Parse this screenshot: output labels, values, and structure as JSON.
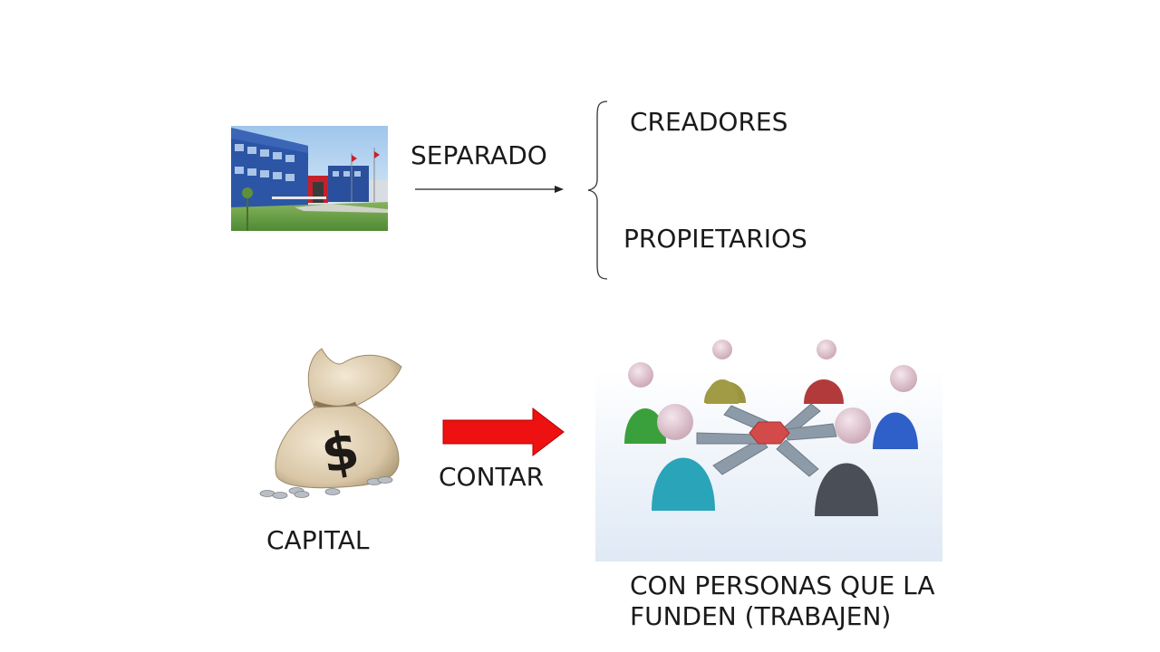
{
  "slide": {
    "separado_label": "SEPARADO",
    "creadores_label": "CREADORES",
    "propietarios_label": "PROPIETARIOS",
    "contar_label": "CONTAR",
    "capital_label": "CAPITAL",
    "personas_line1": "CON PERSONAS QUE LA",
    "personas_line2": "FUNDEN (TRABAJEN)"
  },
  "icons": {
    "building": "building-photo-icon",
    "money_bag": "money-bag-icon",
    "people_network": "people-network-icon",
    "red_arrow": "red-arrow-icon",
    "thin_arrow": "thin-arrow-icon",
    "brace": "curly-brace-icon"
  },
  "colors": {
    "arrow_red": "#ee1111",
    "building_blue": "#2a4f9c",
    "grass_green": "#6fa04a"
  }
}
